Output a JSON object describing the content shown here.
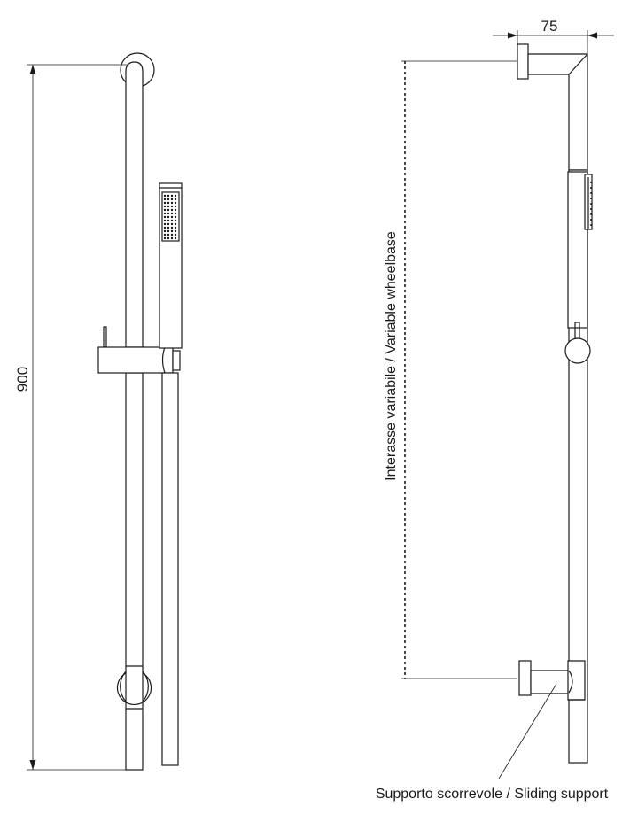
{
  "dimensions": {
    "height_label": "900",
    "depth_label": "75"
  },
  "labels": {
    "variable_wheelbase": "Interasse variabile / Variable wheelbase",
    "sliding_support": "Supporto scorrevole / Sliding support"
  },
  "colors": {
    "line": "#1a1a1a",
    "background": "#ffffff"
  }
}
